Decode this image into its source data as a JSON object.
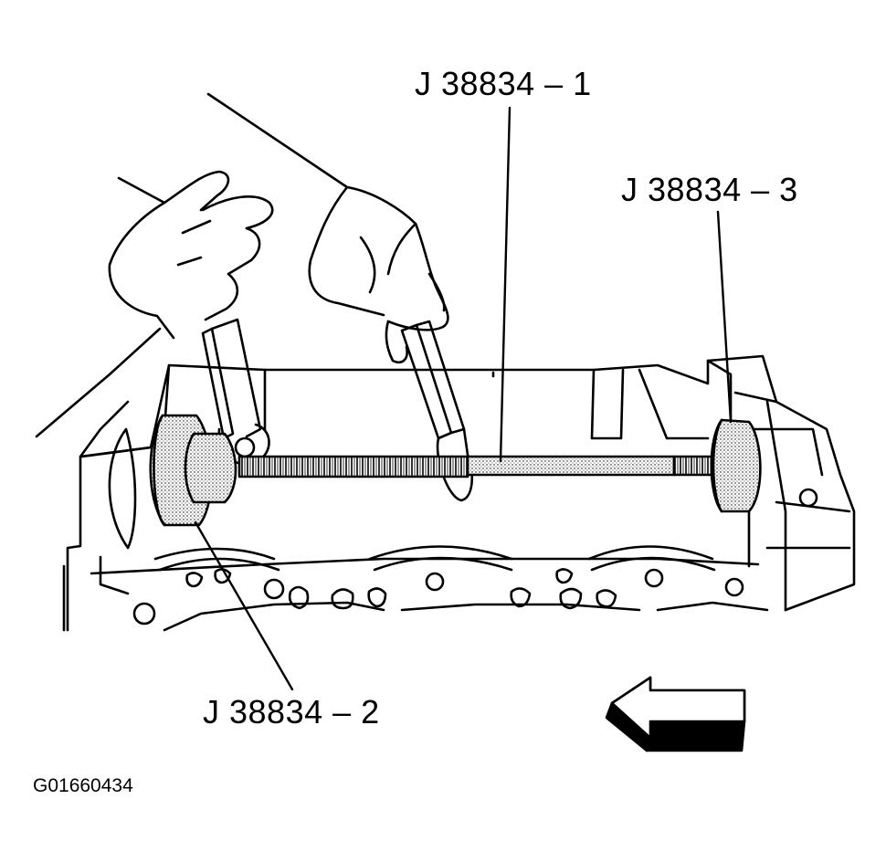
{
  "callouts": {
    "tool_1": "J 38834 – 1",
    "tool_2": "J 38834 – 2",
    "tool_3": "J 38834 – 3"
  },
  "figure_id": "G01660434",
  "icons": {
    "direction_arrow": "arrow-left-icon"
  },
  "colors": {
    "ink": "#000000",
    "paper": "#ffffff",
    "shade": "#d9d9d9"
  }
}
